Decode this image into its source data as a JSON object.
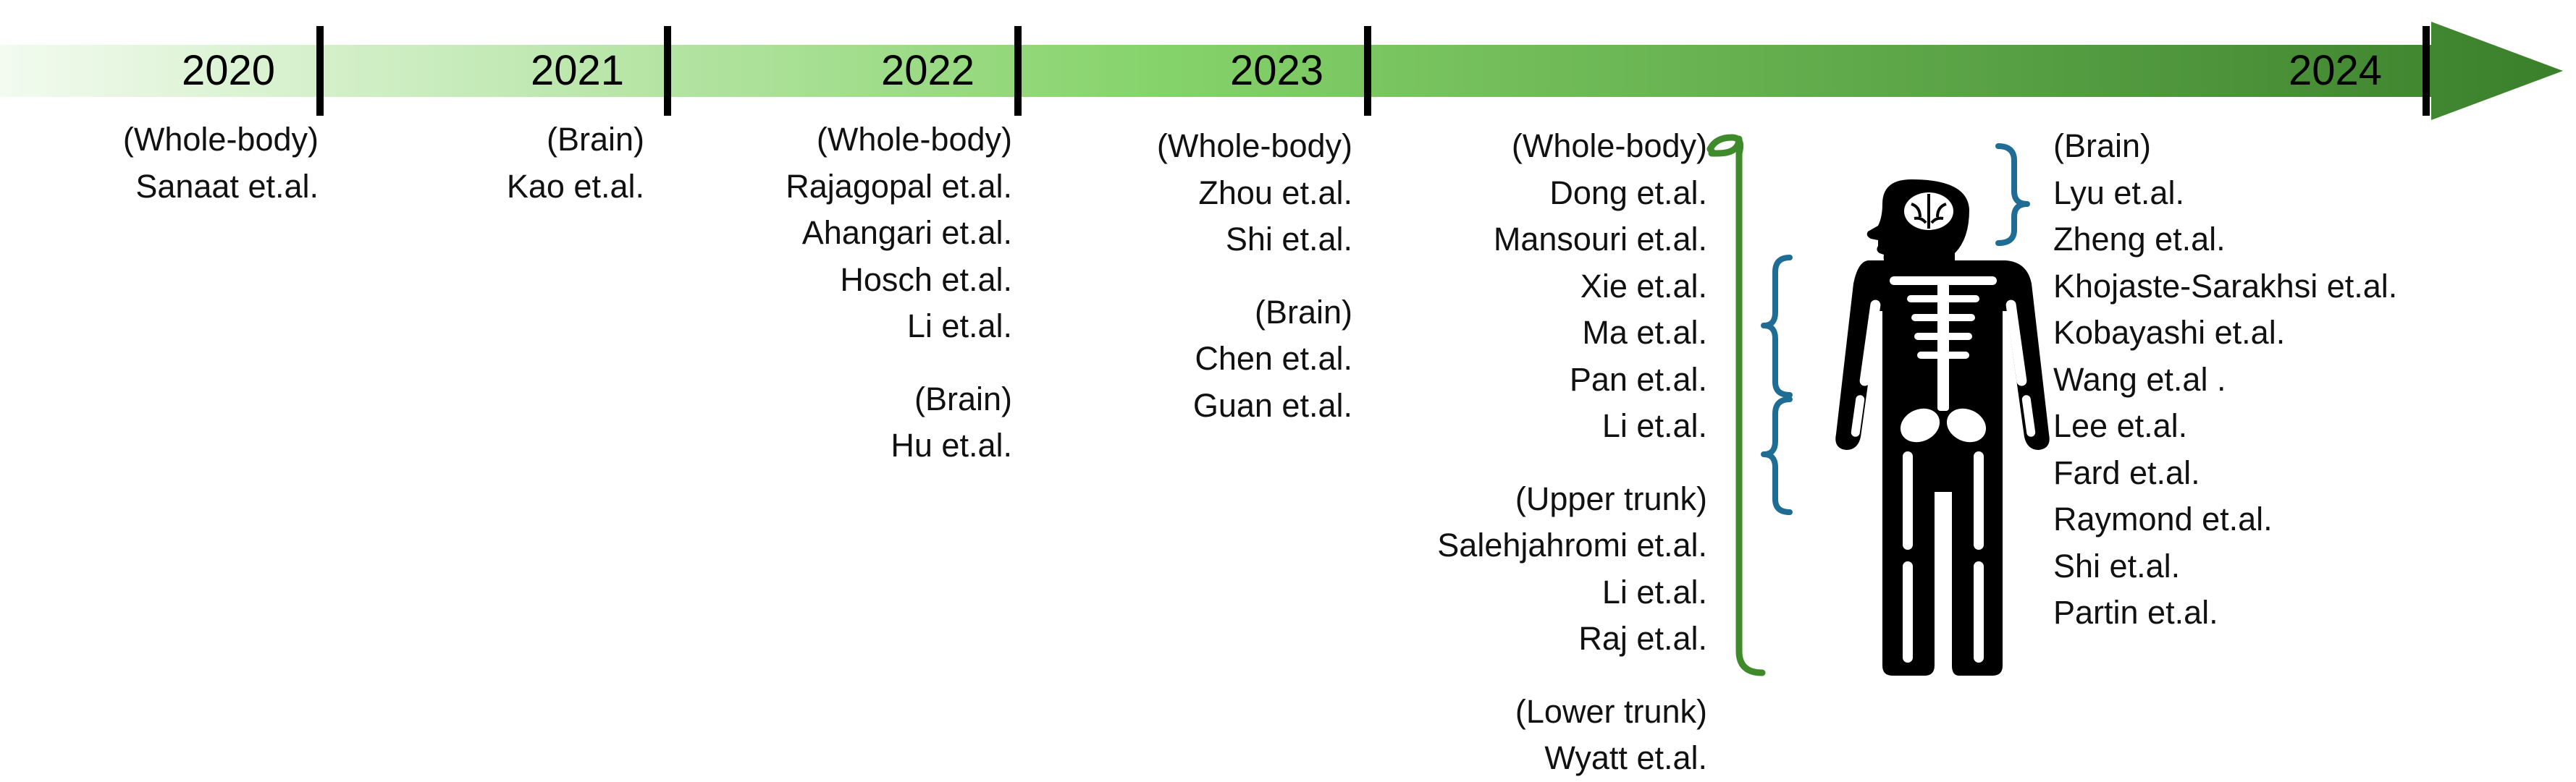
{
  "years": [
    "2020",
    "2021",
    "2022",
    "2023",
    "2024"
  ],
  "columns": {
    "y2020": [
      {
        "region": "(Whole-body)",
        "authors": [
          "Sanaat et.al."
        ]
      }
    ],
    "y2021": [
      {
        "region": "(Brain)",
        "authors": [
          "Kao et.al."
        ]
      }
    ],
    "y2022": [
      {
        "region": "(Whole-body)",
        "authors": [
          "Rajagopal et.al.",
          "Ahangari et.al.",
          "Hosch et.al.",
          "Li et.al."
        ]
      },
      {
        "region": "(Brain)",
        "authors": [
          "Hu et.al."
        ]
      }
    ],
    "y2023": [
      {
        "region": "(Whole-body)",
        "authors": [
          "Zhou et.al.",
          "Shi et.al."
        ]
      },
      {
        "region": "(Brain)",
        "authors": [
          "Chen et.al.",
          "Guan et.al."
        ]
      }
    ],
    "y2024_left": [
      {
        "region": "(Whole-body)",
        "authors": [
          "Dong et.al.",
          "Mansouri et.al.",
          "Xie et.al.",
          "Ma et.al.",
          "Pan et.al.",
          "Li et.al."
        ]
      },
      {
        "region": "(Upper trunk)",
        "authors": [
          "Salehjahromi et.al.",
          "Li et.al.",
          "Raj et.al."
        ]
      },
      {
        "region": "(Lower trunk)",
        "authors": [
          "Wyatt et.al."
        ]
      }
    ],
    "y2024_right": [
      {
        "region": "(Brain)",
        "authors": [
          "Lyu et.al.",
          "Zheng et.al.",
          "Khojaste-Sarakhsi et.al.",
          "Kobayashi et.al.",
          "Wang et.al .",
          "Lee et.al.",
          "Fard et.al.",
          "Raymond et.al.",
          "Shi et.al.",
          "Partin et.al."
        ]
      }
    ]
  },
  "colors": {
    "arrow_light": "#f2fbef",
    "arrow_mid": "#86d36b",
    "arrow_dark": "#3a7f2a",
    "divider": "#000000",
    "bracket_green": "#3f8a2a",
    "bracket_blue": "#1f6d94",
    "figure": "#000000"
  },
  "icons": [
    "human-skeleton-icon",
    "brain-head-icon"
  ]
}
